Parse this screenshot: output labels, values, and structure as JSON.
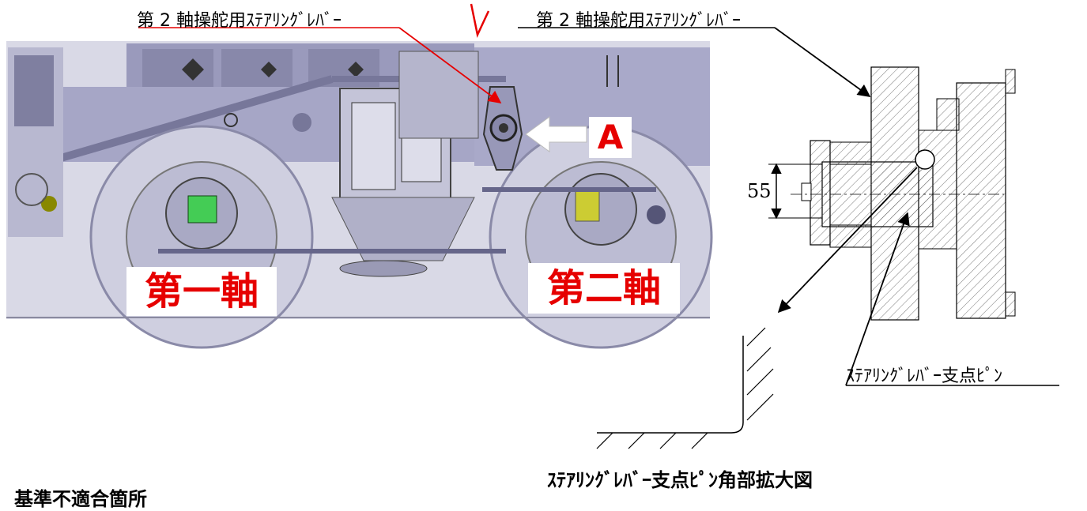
{
  "labels": {
    "steering_lever_left": "第 2 軸操舵用ｽﾃｱﾘﾝｸﾞﾚﾊﾞｰ",
    "steering_lever_right": "第 2 軸操舵用ｽﾃｱﾘﾝｸﾞﾚﾊﾞｰ",
    "pivot_pin": "ｽﾃｱﾘﾝｸﾞﾚﾊﾞｰ支点ﾋﾟﾝ",
    "detail_title": "ｽﾃｱﾘﾝｸﾞﾚﾊﾞｰ支点ﾋﾟﾝ角部拡大図",
    "footer_text": "基準不適合箇所",
    "dimension": "55"
  },
  "tags": {
    "axle_first": "第一軸",
    "axle_second": "第二軸",
    "view_a": "A"
  },
  "colors": {
    "annotation_red": "#e60000",
    "bogie_body": "#a9a9c9",
    "wheel": "#c8c8da"
  }
}
